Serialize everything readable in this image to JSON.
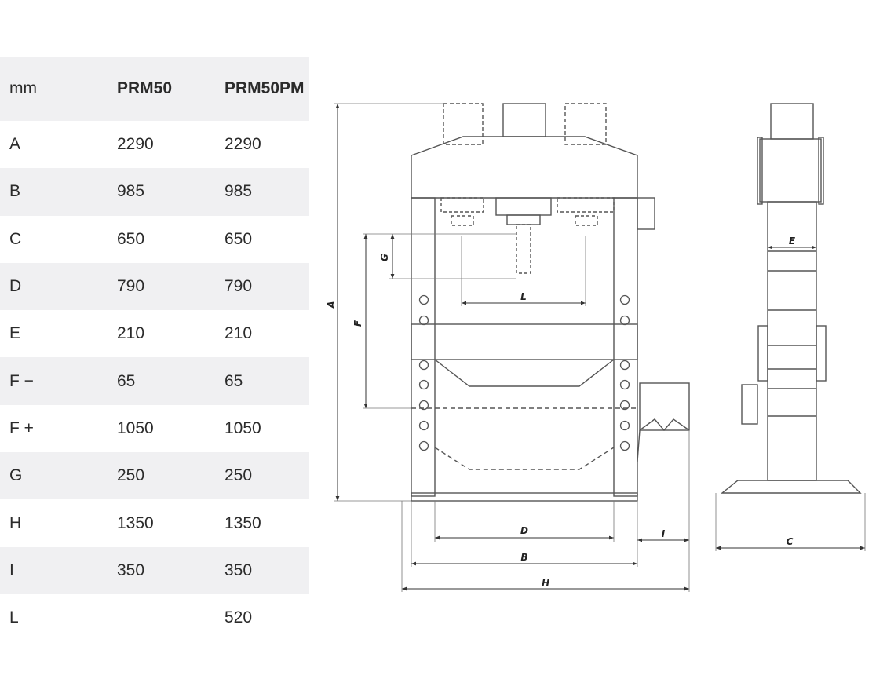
{
  "table": {
    "headers": [
      "mm",
      "PRM50",
      "PRM50PM"
    ],
    "rows": [
      {
        "dim": "A",
        "prm50": "2290",
        "prm50pm": "2290"
      },
      {
        "dim": "B",
        "prm50": "985",
        "prm50pm": "985"
      },
      {
        "dim": "C",
        "prm50": "650",
        "prm50pm": "650"
      },
      {
        "dim": "D",
        "prm50": "790",
        "prm50pm": "790"
      },
      {
        "dim": "E",
        "prm50": "210",
        "prm50pm": "210"
      },
      {
        "dim": "F −",
        "prm50": "65",
        "prm50pm": "65"
      },
      {
        "dim": "F +",
        "prm50": "1050",
        "prm50pm": "1050"
      },
      {
        "dim": "G",
        "prm50": "250",
        "prm50pm": "250"
      },
      {
        "dim": "H",
        "prm50": "1350",
        "prm50pm": "1350"
      },
      {
        "dim": "I",
        "prm50": "350",
        "prm50pm": "350"
      },
      {
        "dim": "L",
        "prm50": "",
        "prm50pm": "520"
      }
    ]
  },
  "drawing": {
    "labels": {
      "A": "A",
      "B": "B",
      "C": "C",
      "D": "D",
      "E": "E",
      "F": "F",
      "G": "G",
      "H": "H",
      "I": "I",
      "L": "L"
    }
  }
}
